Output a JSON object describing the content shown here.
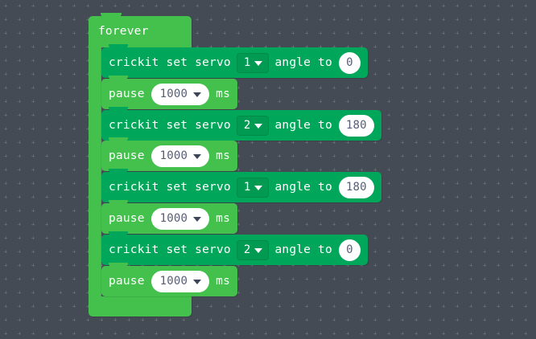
{
  "workspace": {
    "background_color": "#444b54",
    "grid_dot_color": "#5a616b"
  },
  "colors": {
    "loop_green": "#43c14c",
    "crickit_green": "#00a65a",
    "dropdown_chip": "#009a53",
    "field_white": "#ffffff",
    "field_text": "#575e75"
  },
  "program": {
    "forever": {
      "label": "forever",
      "statements": [
        {
          "type": "crickit-set-servo",
          "prefix": "crickit set servo",
          "servo": "1",
          "middle": "angle to",
          "angle": "0"
        },
        {
          "type": "pause",
          "prefix": "pause",
          "value": "1000",
          "suffix": "ms"
        },
        {
          "type": "crickit-set-servo",
          "prefix": "crickit set servo",
          "servo": "2",
          "middle": "angle to",
          "angle": "180"
        },
        {
          "type": "pause",
          "prefix": "pause",
          "value": "1000",
          "suffix": "ms"
        },
        {
          "type": "crickit-set-servo",
          "prefix": "crickit set servo",
          "servo": "1",
          "middle": "angle to",
          "angle": "180"
        },
        {
          "type": "pause",
          "prefix": "pause",
          "value": "1000",
          "suffix": "ms"
        },
        {
          "type": "crickit-set-servo",
          "prefix": "crickit set servo",
          "servo": "2",
          "middle": "angle to",
          "angle": "0"
        },
        {
          "type": "pause",
          "prefix": "pause",
          "value": "1000",
          "suffix": "ms"
        }
      ]
    }
  }
}
